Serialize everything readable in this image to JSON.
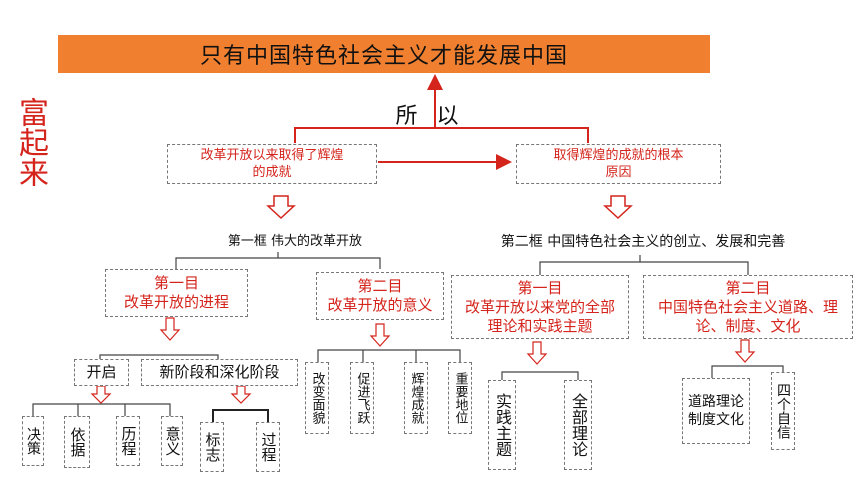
{
  "title": "只有中国特色社会主义才能发展中国",
  "side_text": "富起来",
  "suoyi": "所 以",
  "top_left": "改革开放以来取得了辉煌的成就",
  "top_right": "取得辉煌的成就的根本原因",
  "frame1": "第一框 伟大的改革开放",
  "frame2": "第二框  中国特色社会主义的创立、发展和完善",
  "f1_item1": {
    "head": "第一目",
    "body": "改革开放的进程"
  },
  "f1_item2": {
    "head": "第二目",
    "body": "改革开放的意义"
  },
  "f2_item1": {
    "head": "第一目",
    "body": "改革开放以来党的全部理论和实践主题"
  },
  "f2_item2": {
    "head": "第二目",
    "body": "中国特色社会主义道路、理论、制度、文化"
  },
  "kaiqi": "开启",
  "xinjieduan": "新阶段和深化阶段",
  "kaiqi_leaves": [
    "决策",
    "依据",
    "历程",
    "意义"
  ],
  "xin_leaves": [
    "标志",
    "过程"
  ],
  "yiyi_leaves": [
    "改变面貌",
    "促进飞跃",
    "辉煌成就",
    "重要地位"
  ],
  "zhuti_leaves": [
    "实践主题",
    "全部理论"
  ],
  "daolu_leaves": [
    "道路理论制度文化",
    "四个自信"
  ],
  "colors": {
    "banner": "#f08030",
    "accent_red": "#d4241c"
  }
}
